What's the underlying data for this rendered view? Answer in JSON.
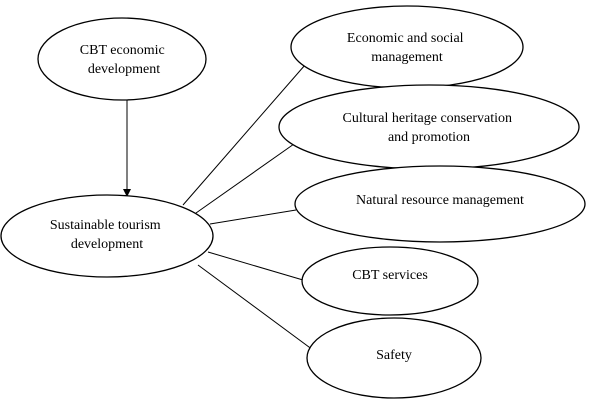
{
  "diagram": {
    "colors": {
      "stroke": "#000000",
      "fill": "#ffffff",
      "text": "#000000"
    },
    "nodes": {
      "cbt_economic": {
        "line1": "CBT economic",
        "line2": "development"
      },
      "sustainable": {
        "line1": "Sustainable tourism",
        "line2": "development"
      },
      "economic_social": {
        "line1": "Economic and social",
        "line2": "management"
      },
      "cultural": {
        "line1": "Cultural heritage conservation",
        "line2": "and promotion"
      },
      "natural": {
        "line1": "Natural resource management"
      },
      "cbt_services": {
        "line1": "CBT services"
      },
      "safety": {
        "line1": "Safety"
      }
    }
  }
}
